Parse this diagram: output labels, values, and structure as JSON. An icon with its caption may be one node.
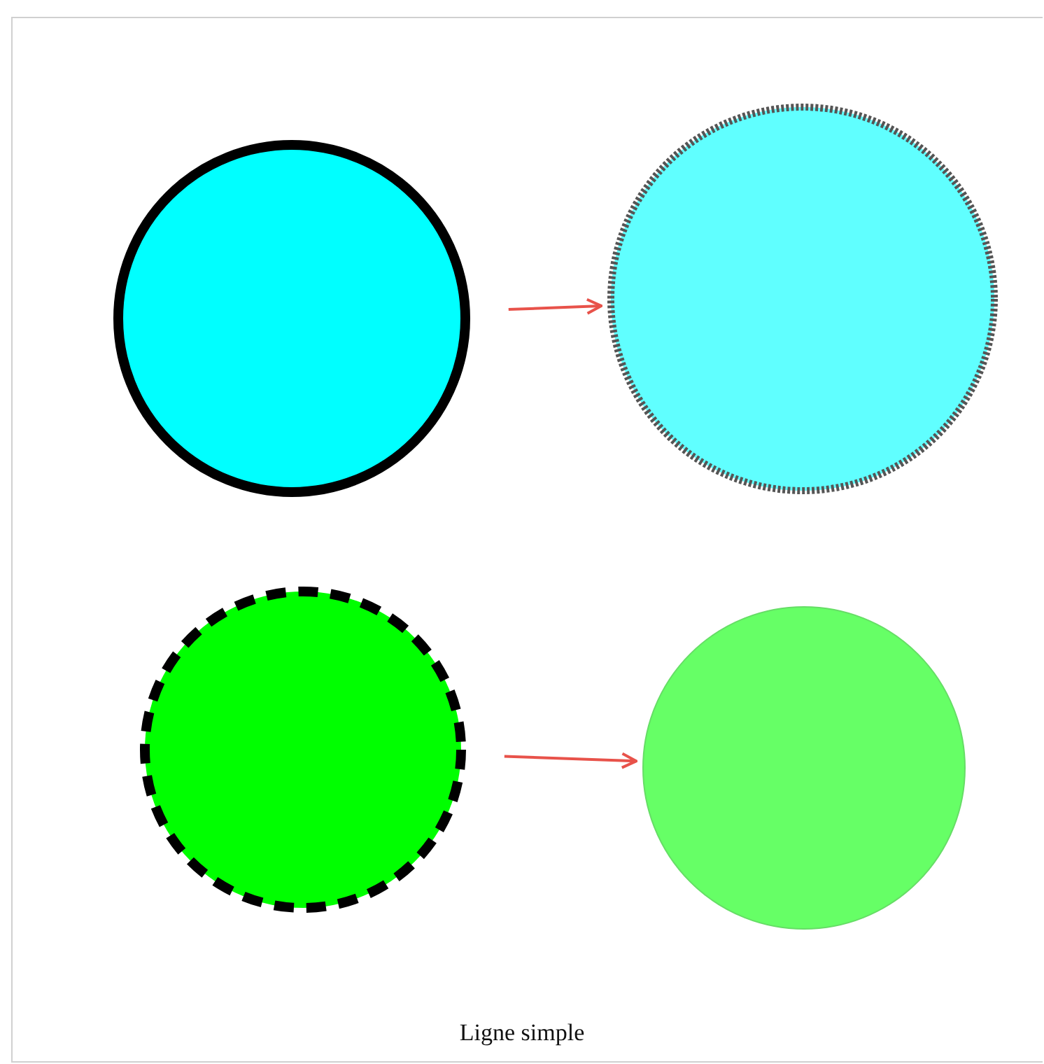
{
  "diagram": {
    "caption": "Ligne simple",
    "nodes": [
      {
        "text": [],
        "shape": "circle"
      },
      {
        "text": [],
        "shape": "circle"
      },
      {
        "text": [],
        "shape": "circle"
      },
      {
        "text": [],
        "shape": "circle"
      }
    ],
    "edges": [
      {
        "from": 0,
        "to": 1,
        "arrow": "to"
      },
      {
        "from": 2,
        "to": 3,
        "arrow": "to"
      }
    ]
  }
}
